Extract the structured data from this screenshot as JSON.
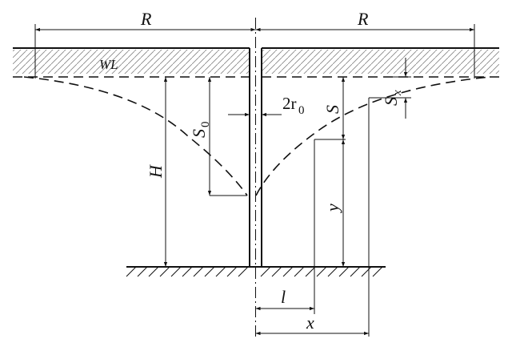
{
  "diagram": {
    "labels": {
      "R_left": "R",
      "R_right": "R",
      "WL": "WL",
      "H": "H",
      "S0_main": "S",
      "S0_sub": "0",
      "two_r0_main": "2r",
      "two_r0_sub": "0",
      "S": "S",
      "Sx_main": "S",
      "Sx_sub": "x",
      "y": "y",
      "l": "l",
      "x": "x"
    }
  }
}
